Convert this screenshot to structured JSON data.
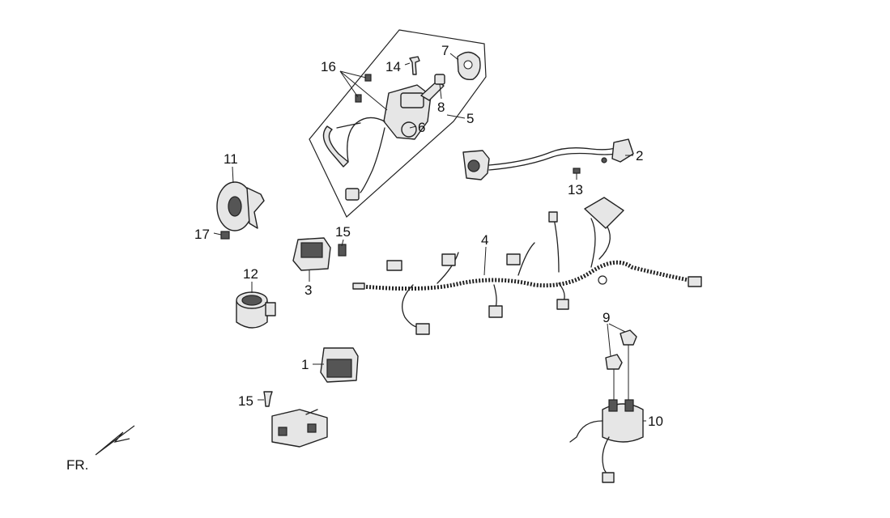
{
  "labels": {
    "p1": "1",
    "p2": "2",
    "p3": "3",
    "p4": "4",
    "p5": "5",
    "p6": "6",
    "p7": "7",
    "p8": "8",
    "p9": "9",
    "p10": "10",
    "p11": "11",
    "p12": "12",
    "p13": "13",
    "p14": "14",
    "p15a": "15",
    "p15b": "15",
    "p16": "16",
    "p17": "17"
  },
  "direction_label": "FR."
}
